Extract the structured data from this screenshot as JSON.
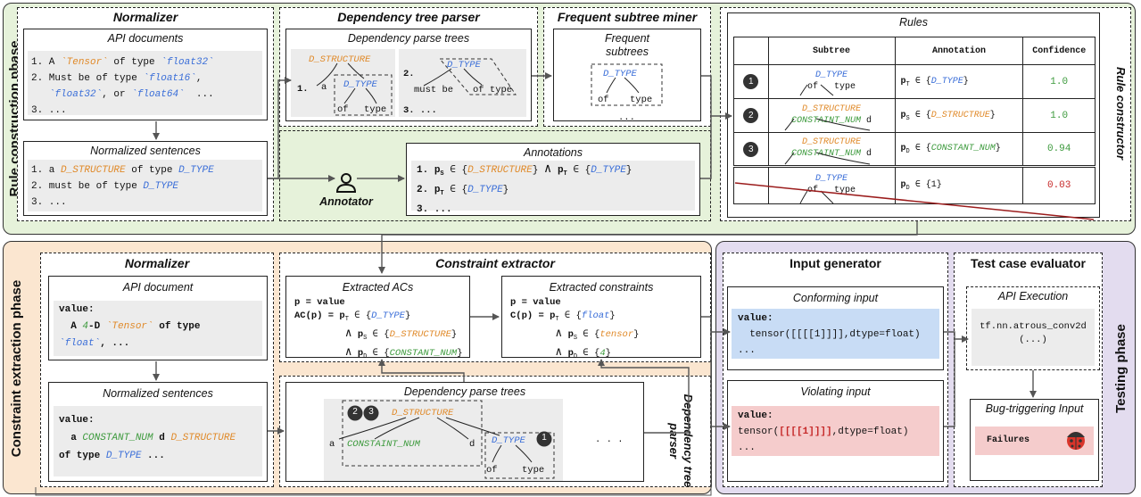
{
  "phases": {
    "construction": "Rule construction phase",
    "extraction": "Constraint extraction phase",
    "testing": "Testing phase"
  },
  "top": {
    "normalizer": {
      "title": "Normalizer",
      "docs_title": "API documents",
      "docs": [
        [
          "1. A ",
          "`Tensor`",
          " of type ",
          "`float32`"
        ],
        [
          "2. Must be of type ",
          "`float16`",
          ","
        ],
        [
          "   ",
          "`float32`",
          ", or ",
          "`float64`",
          "  ..."
        ],
        [
          "3. ..."
        ]
      ],
      "norm_title": "Normalized sentences",
      "norm": [
        "1. a ",
        "D_STRUCTURE",
        " of type ",
        "D_TYPE",
        "2. must be of type ",
        "D_TYPE",
        "3. ..."
      ]
    },
    "dep_parser": {
      "title": "Dependency tree parser",
      "sub": "Dependency parse trees",
      "t1": {
        "n": "1.",
        "root": "D_STRUCTURE",
        "a": "a",
        "dt": "D_TYPE",
        "of": "of",
        "type": "type"
      },
      "t2": {
        "n": "2.",
        "dt": "D_TYPE",
        "must": "must be",
        "of": "of type"
      },
      "t3": "3. ..."
    },
    "miner": {
      "title": "Frequent subtree miner",
      "sub": "Frequent subtrees",
      "dt": "D_TYPE",
      "of": "of",
      "type": "type",
      "more": "..."
    },
    "annotator": "Annotator",
    "annotations": {
      "title": "Annotations",
      "l1a": "1. ",
      "p1": "p",
      "s1": "S",
      "in": "∈",
      "l1b": "D_STRUCTURE",
      "and": "∧",
      "p2": "p",
      "s2": "T",
      "l1c": "D_TYPE",
      "l2": "2. ",
      "l2t": "D_TYPE",
      "l3": "3. ..."
    },
    "rules": {
      "title": "Rules",
      "headers": [
        "Subtree",
        "Annotation",
        "Confidence"
      ],
      "rows": [
        {
          "num": "1",
          "root": "D_TYPE",
          "kids": "of   type",
          "ann_p": "p",
          "ann_sub": "T",
          "ann_val": "D_TYPE",
          "conf": "1.0"
        },
        {
          "num": "2",
          "root": "D_STRUCTURE",
          "kids": "CONSTAINT_NUM",
          "kid2": "d",
          "ann_p": "p",
          "ann_sub": "S",
          "ann_val": "D_STRUCTRUE",
          "conf": "1.0"
        },
        {
          "num": "3",
          "root": "D_STRUCTURE",
          "kids": "CONSTAINT_NUM",
          "kid2": "d",
          "ann_p": "p",
          "ann_sub": "D",
          "ann_val": "CONSTANT_NUM",
          "conf": "0.94"
        },
        {
          "num": "",
          "root": "D_TYPE",
          "kids": "of   type",
          "ann_p": "p",
          "ann_sub": "D",
          "ann_val": "1",
          "conf": "0.03"
        }
      ],
      "constructor": "Rule constructor"
    }
  },
  "bottom": {
    "normalizer": {
      "title": "Normalizer",
      "doc_title": "API document",
      "value": "value:",
      "doc_a": "A ",
      "doc_4": "4",
      "doc_d": "-D ",
      "doc_tensor": "`Tensor`",
      "doc_of": " of type",
      "doc_float": "`float`",
      "doc_tail": ", ...",
      "norm_title": "Normalized sentences",
      "norm_a": "a ",
      "norm_cn": "CONSTANT_NUM",
      "norm_d": " d ",
      "norm_ds": "D_STRUCTURE",
      "norm_of": "of type ",
      "norm_dt": "D_TYPE",
      "norm_tail": " ..."
    },
    "extractor": {
      "title": "Constraint extractor",
      "acs_title": "Extracted ACs",
      "pv": "p = value",
      "ac": "AC(p) = ",
      "ac1": "D_TYPE",
      "ac2": "D_STRUCTURE",
      "ac3": "CONSTANT_NUM",
      "cons_title": "Extracted constraints",
      "c": "C(p) = ",
      "c1": "float",
      "c2": "tensor",
      "c3": "4"
    },
    "dep": {
      "sub": "Dependency parse trees",
      "root": "D_STRUCTURE",
      "a": "a",
      "cn": "CONSTAINT_NUM",
      "d": "d",
      "dt": "D_TYPE",
      "of": "of",
      "type": "type",
      "more": "...",
      "side": "Dependency tree parser",
      "c2": "2",
      "c3": "3",
      "c1": "1"
    },
    "input_gen": {
      "title": "Input generator",
      "conf_title": "Conforming input",
      "conf_value": "value:",
      "conf_line": "tensor([[[[1]]]],dtype=float)",
      "conf_more": "...",
      "viol_title": "Violating input",
      "viol_value": "value:",
      "viol_pre": "tensor(",
      "viol_mid": "[[[[1]]]]",
      "viol_post": ",dtype=float)",
      "viol_more": "..."
    },
    "evaluator": {
      "title": "Test case evaluator",
      "api_title": "API Execution",
      "api_line1": "tf.nn.atrous_conv2d",
      "api_line2": "(...)",
      "bug_title": "Bug-triggering Input",
      "failures": "Failures"
    }
  },
  "colors": {
    "orange": "#e08a2a",
    "blue": "#3a6ed8",
    "green": "#3d9a3d",
    "red": "#c62828"
  }
}
